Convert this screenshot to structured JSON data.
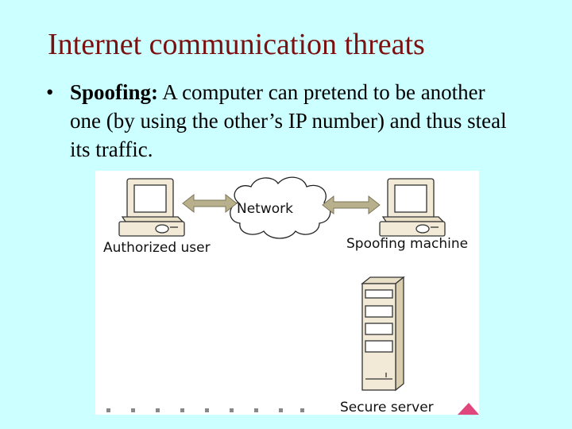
{
  "slide": {
    "title": "Internet communication threats",
    "bullet_marker": "•",
    "bullet_term": "Spoofing:",
    "bullet_text": " A computer can pretend to be another one (by using the other’s IP number) and thus steal its traffic."
  },
  "diagram": {
    "network_label": "Network",
    "authorized_user_label": "Authorized user",
    "spoofing_machine_label": "Spoofing machine",
    "secure_server_label": "Secure server"
  },
  "colors": {
    "background": "#ccffff",
    "title": "#7a1010",
    "figure_background": "#ffffff",
    "arrow": "#b8b08c",
    "corner_marker": "#e0457b"
  }
}
